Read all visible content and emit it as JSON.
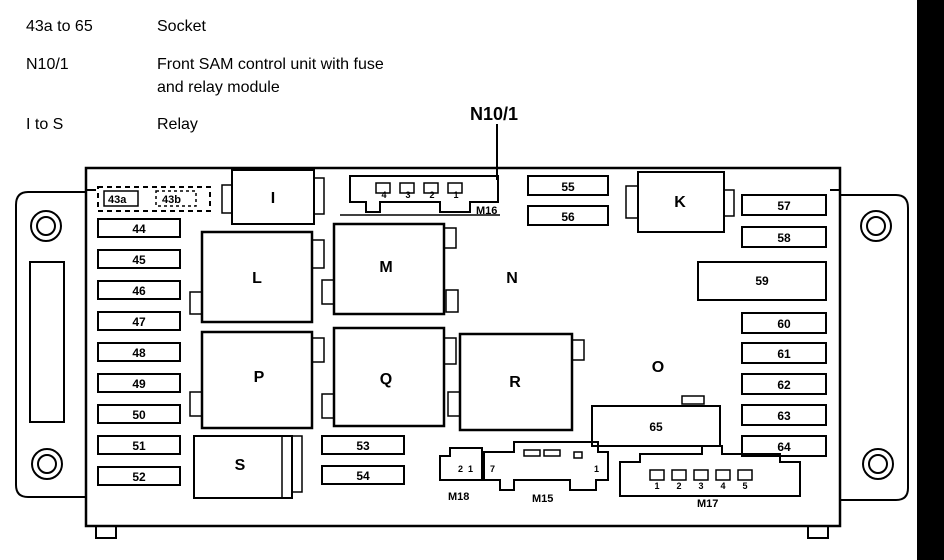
{
  "legend": [
    {
      "code": "43a to 65",
      "desc": [
        "Socket"
      ]
    },
    {
      "code": "N10/1",
      "desc": [
        "Front SAM control unit with fuse",
        "and relay module"
      ]
    },
    {
      "code": "I to S",
      "desc": [
        "Relay"
      ]
    }
  ],
  "callout": "N10/1",
  "relays": {
    "I": "I",
    "K": "K",
    "L": "L",
    "M": "M",
    "N": "N",
    "O": "O",
    "P": "P",
    "Q": "Q",
    "R": "R",
    "S": "S"
  },
  "sockets_left": [
    "44",
    "45",
    "46",
    "47",
    "48",
    "49",
    "50",
    "51",
    "52"
  ],
  "sockets_right": [
    "57",
    "58",
    "60",
    "61",
    "62",
    "63",
    "64"
  ],
  "sockets_misc": {
    "s43a": "43a",
    "s43b": "43b",
    "s55": "55",
    "s56": "56",
    "s59": "59",
    "s65": "65",
    "s53": "53",
    "s54": "54"
  },
  "connectors": {
    "m16": "M16",
    "m16_pins": [
      "4",
      "3",
      "2",
      "1"
    ],
    "m18": "M18",
    "m18_pins": [
      "2",
      "1"
    ],
    "m15": "M15",
    "m15_pins": [
      "7",
      "1"
    ],
    "m17": "M17",
    "m17_pins": [
      "1",
      "2",
      "3",
      "4",
      "5"
    ]
  }
}
